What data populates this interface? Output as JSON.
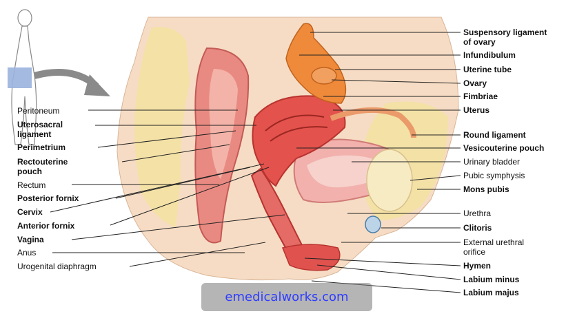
{
  "labels": {
    "peritoneum": "Peritoneum",
    "uterosacral": "Uterosacral\nligament",
    "perimetrium": "Perimetrium",
    "rectouterine": "Rectouterine\npouch",
    "rectum": "Rectum",
    "posterior_fornix": "Posterior fornix",
    "cervix": "Cervix",
    "anterior_fornix": "Anterior fornix",
    "vagina": "Vagina",
    "anus": "Anus",
    "urogenital": "Urogenital diaphragm",
    "suspensory": "Suspensory ligament\nof ovary",
    "infundibulum": "Infundibulum",
    "uterine_tube": "Uterine tube",
    "ovary": "Ovary",
    "fimbriae": "Fimbriae",
    "uterus": "Uterus",
    "round_ligament": "Round ligament",
    "vesicouterine": "Vesicouterine pouch",
    "urinary_bladder": "Urinary bladder",
    "pubic_symphysis": "Pubic symphysis",
    "mons_pubis": "Mons pubis",
    "urethra": "Urethra",
    "clitoris": "Clitoris",
    "external_urethral": "External urethral\norifice",
    "hymen": "Hymen",
    "labium_minus": "Labium minus",
    "labium_majus": "Labium majus"
  },
  "watermark": "emedicalworks.com",
  "colors": {
    "skin": "#f6dcc4",
    "fat": "#f3e1a6",
    "muscle": "#e46b66",
    "uterus": "#e3524c",
    "ovary": "#ee8a3a",
    "leader": "#222222",
    "watermark_text": "#2f3cff"
  }
}
